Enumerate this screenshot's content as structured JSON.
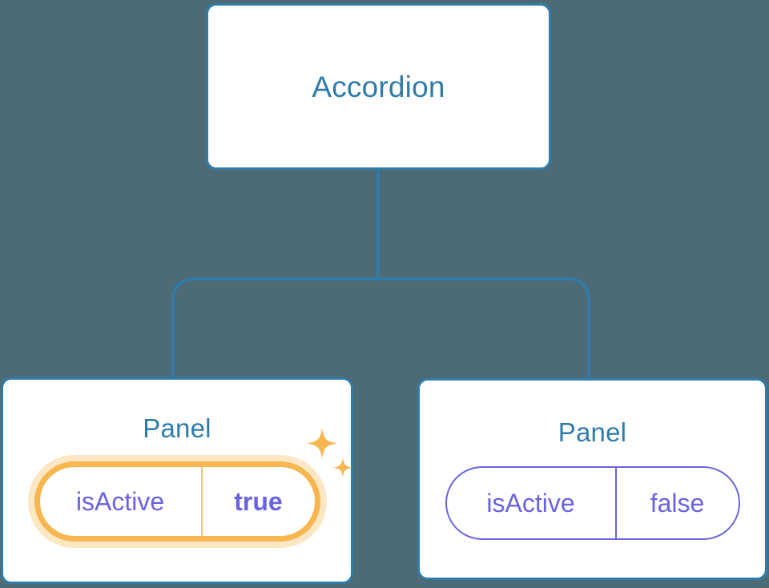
{
  "diagram": {
    "type": "component-tree",
    "background_color": "#4d6b77",
    "node_border_color": "#2f7cab",
    "node_title_color": "#2f7cab",
    "connector_color": "#2f7cab",
    "prop_color": "#6a63e0",
    "highlight_color": "#f7b64f",
    "highlight_glow_color": "#fbd9a1",
    "sparkle_color": "#f7b64f"
  },
  "root": {
    "title": "Accordion"
  },
  "children": [
    {
      "title": "Panel",
      "highlighted": true,
      "props": [
        {
          "key": "isActive",
          "value": "true",
          "bold_value": true
        }
      ],
      "sparkle_icons": [
        "sparkle-large-icon",
        "sparkle-small-icon"
      ]
    },
    {
      "title": "Panel",
      "highlighted": false,
      "props": [
        {
          "key": "isActive",
          "value": "false",
          "bold_value": false
        }
      ]
    }
  ]
}
